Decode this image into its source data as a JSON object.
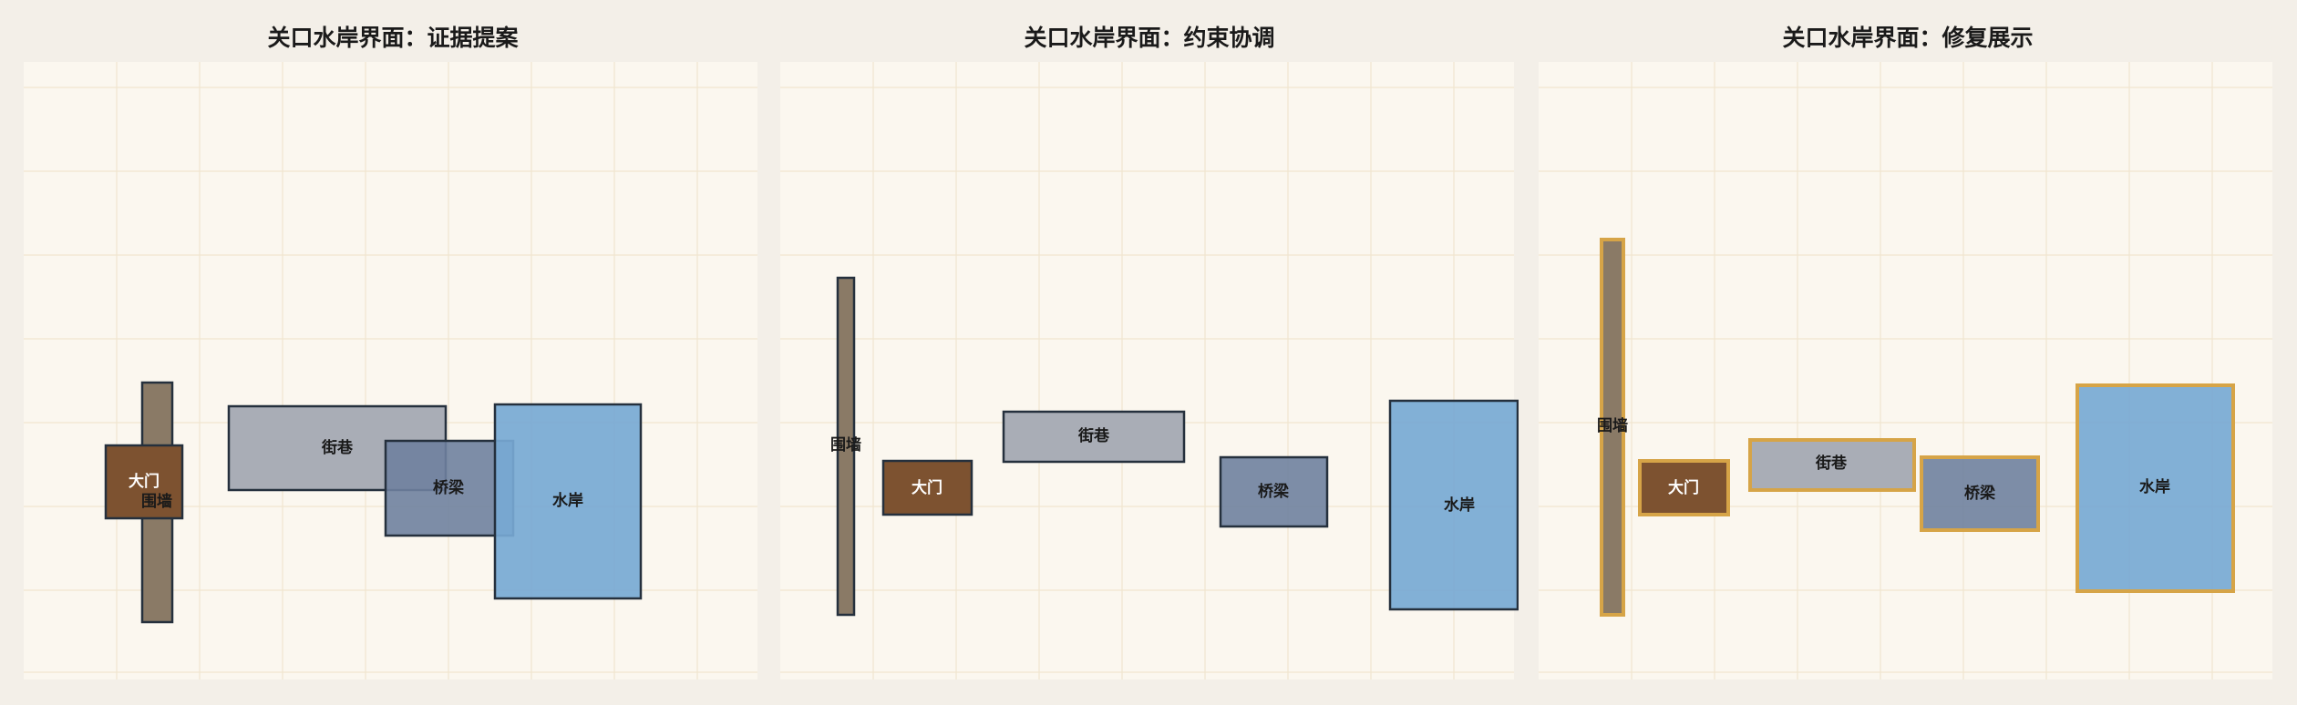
{
  "colors": {
    "page_bg": "#f3efe8",
    "panel_bg": "#fbf7ef",
    "grid": "#f1e6cf",
    "outline": "#25303d",
    "highlight": "#d6a447",
    "wall": "#8a7a66",
    "gate": "#7d5230",
    "street": "#a9adb6",
    "bridge": "#6f819f",
    "water": "#77a9d4"
  },
  "panels": [
    {
      "title": "关口水岸界面：证据提案",
      "labels": {
        "wall": "围墙",
        "gate": "大门",
        "street": "街巷",
        "bridge": "桥梁",
        "water": "水岸"
      }
    },
    {
      "title": "关口水岸界面：约束协调",
      "labels": {
        "wall": "围墙",
        "gate": "大门",
        "street": "街巷",
        "bridge": "桥梁",
        "water": "水岸"
      }
    },
    {
      "title": "关口水岸界面：修复展示",
      "labels": {
        "wall": "围墙",
        "gate": "大门",
        "street": "街巷",
        "bridge": "桥梁",
        "water": "水岸"
      }
    }
  ]
}
